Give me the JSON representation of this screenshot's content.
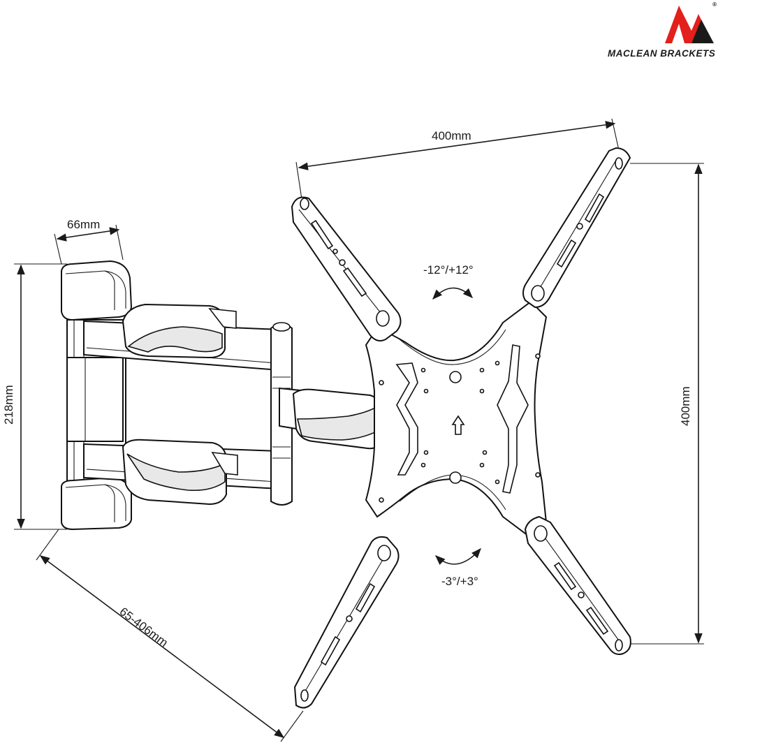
{
  "brand": {
    "name": "MACLEAN BRACKETS",
    "logo_letter": "M",
    "registered": "®",
    "colors": {
      "logo_red": "#e3201b",
      "logo_dark": "#1a1a1a"
    }
  },
  "dimensions": {
    "top_width": "400mm",
    "right_height": "400mm",
    "wall_plate_width": "66mm",
    "wall_plate_height": "218mm",
    "arm_extension": "65-406mm"
  },
  "rotation": {
    "swivel": "-12°/+12°",
    "tilt": "-3°/+3°"
  },
  "colors": {
    "line": "#1a1a1a",
    "background": "#ffffff"
  }
}
